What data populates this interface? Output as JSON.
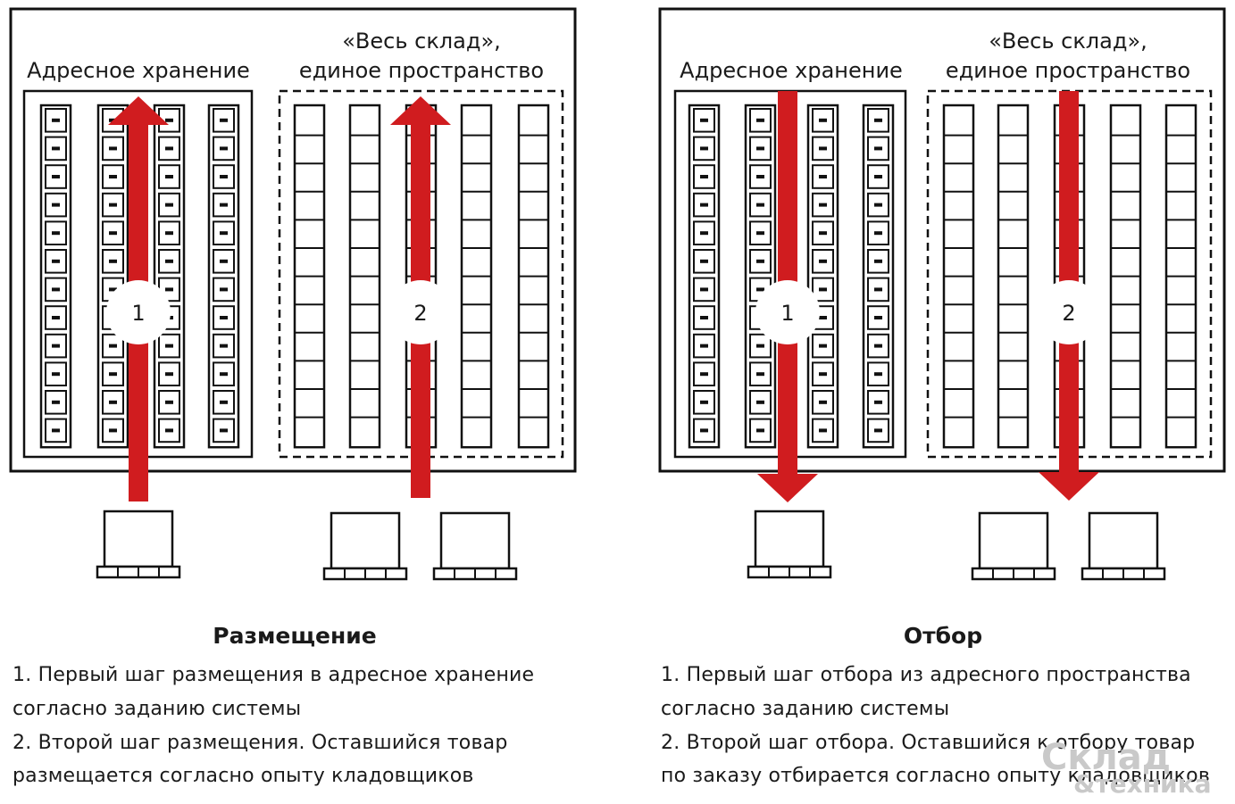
{
  "colors": {
    "arrow": "#d01c1f",
    "line": "#111111",
    "text": "#1a1a1a",
    "logo": "#c9c9c9"
  },
  "panels": [
    {
      "id": "placement",
      "zone_addressed_label": "Адресное хранение",
      "zone_whole_label_line1": "«Весь склад»,",
      "zone_whole_label_line2": "единое пространство",
      "arrow_direction": "up",
      "step1_label": "1",
      "step2_label": "2",
      "title": "Размещение",
      "lines": [
        "1. Первый шаг размещения в адресное хранение",
        "согласно заданию системы",
        "2. Второй шаг размещения. Оставшийся товар",
        "размещается согласно опыту кладовщиков"
      ]
    },
    {
      "id": "picking",
      "zone_addressed_label": "Адресное хранение",
      "zone_whole_label_line1": "«Весь склад»,",
      "zone_whole_label_line2": "единое пространство",
      "arrow_direction": "down",
      "step1_label": "1",
      "step2_label": "2",
      "title": "Отбор",
      "lines": [
        "1. Первый шаг отбора из адресного пространства",
        "согласно заданию системы",
        "2. Второй шаг отбора. Оставшийся к отбору товар",
        "по заказу отбирается согласно опыту кладовщиков"
      ]
    }
  ],
  "logo": {
    "line1": "Склад",
    "line2": "&техника"
  }
}
